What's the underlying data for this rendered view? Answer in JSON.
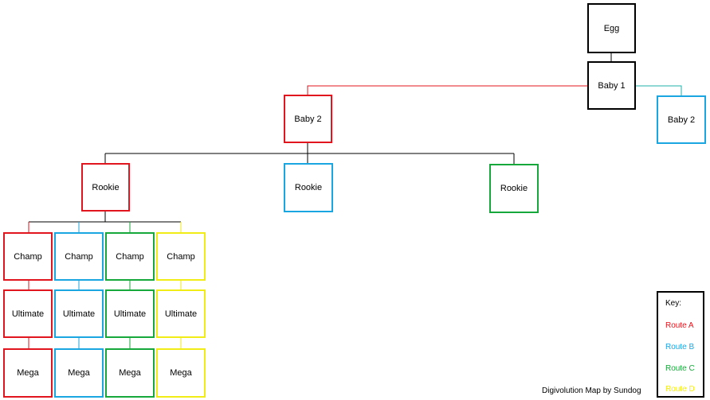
{
  "colors": {
    "route_a": "#e0151d",
    "route_b": "#1aa6e0",
    "route_c": "#16a83a",
    "route_d": "#f2ec16",
    "neutral": "#000000",
    "teal_link": "#20b2aa"
  },
  "nodes": {
    "egg": "Egg",
    "baby1": "Baby 1",
    "baby2_a": "Baby 2",
    "baby2_b": "Baby 2",
    "rookie_a": "Rookie",
    "rookie_b": "Rookie",
    "rookie_c": "Rookie",
    "champ_a": "Champ",
    "champ_b": "Champ",
    "champ_c": "Champ",
    "champ_d": "Champ",
    "ultimate_a": "Ultimate",
    "ultimate_b": "Ultimate",
    "ultimate_c": "Ultimate",
    "ultimate_d": "Ultimate",
    "mega_a": "Mega",
    "mega_b": "Mega",
    "mega_c": "Mega",
    "mega_d": "Mega"
  },
  "key": {
    "title": "Key:",
    "items": [
      "Route A",
      "Route B",
      "Route C",
      "Route D"
    ]
  },
  "credit": "Digivolution Map by Sundog"
}
